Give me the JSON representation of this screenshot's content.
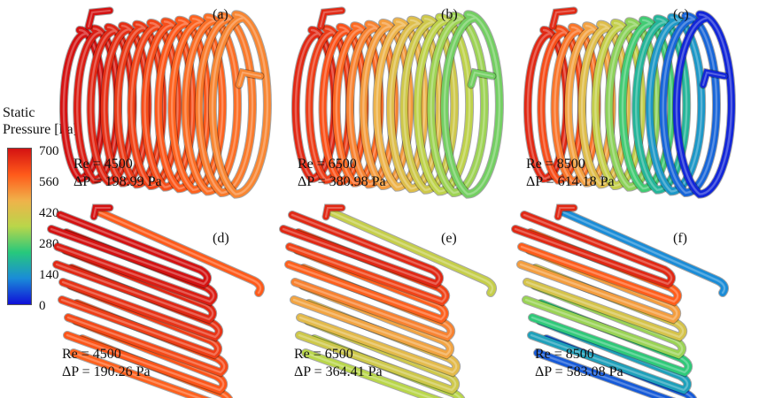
{
  "legend": {
    "title_line1": "Static",
    "title_line2": "Pressure [Pa]",
    "ticks": [
      "700",
      "560",
      "420",
      "280",
      "140",
      "0"
    ],
    "colors": [
      "#d41212",
      "#ff5a1a",
      "#f0b24a",
      "#b9d64a",
      "#27c87c",
      "#1a8cd8",
      "#1010d8"
    ]
  },
  "panels": [
    {
      "label": "(a)",
      "re": "Re = 4500",
      "dp": "ΔP = 198.99 Pa",
      "start": 0.0,
      "end": 0.25
    },
    {
      "label": "(b)",
      "re": "Re = 6500",
      "dp": "ΔP = 380.98 Pa",
      "start": 0.05,
      "end": 0.58
    },
    {
      "label": "(c)",
      "re": "Re = 8500",
      "dp": "ΔP = 614.18 Pa",
      "start": 0.05,
      "end": 0.97
    },
    {
      "label": "(d)",
      "re": "Re = 4500",
      "dp": "ΔP = 190.26 Pa",
      "start": 0.0,
      "end": 0.18
    },
    {
      "label": "(e)",
      "re": "Re = 6500",
      "dp": "ΔP = 364.41 Pa",
      "start": 0.05,
      "end": 0.5
    },
    {
      "label": "(f)",
      "re": "Re = 8500",
      "dp": "ΔP = 583.08 Pa",
      "start": 0.05,
      "end": 0.9
    }
  ]
}
